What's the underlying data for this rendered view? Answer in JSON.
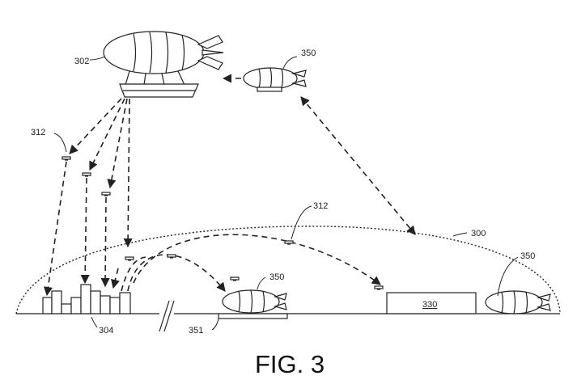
{
  "figure": {
    "caption": "FIG. 3",
    "labels": {
      "airship_main": "302",
      "airship_shuttle_top": "350",
      "uav_upper": "312",
      "uav_right": "312",
      "boundary": "300",
      "shuttle_ground": "350",
      "shuttle_right": "350",
      "station": "351",
      "destinations": "304",
      "facility": "330"
    }
  }
}
